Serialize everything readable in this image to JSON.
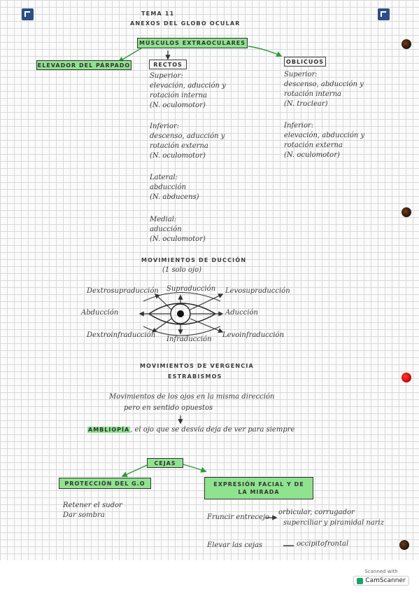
{
  "title": {
    "tema": "TEMA 11",
    "subtitle": "ANEXOS DEL GLOBO OCULAR"
  },
  "musculos": {
    "heading": "MÚSCULOS EXTRAOCULARES",
    "elevador": "ELEVADOR DEL PÁRPADO",
    "rectos": {
      "heading": "RECTOS",
      "superior": [
        "Superior:",
        "elevación, aducción y",
        "rotación interna",
        "(N. oculomotor)"
      ],
      "inferior": [
        "Inferior:",
        "descenso, aducción y",
        "rotación externa",
        "(N. oculomotor)"
      ],
      "lateral": [
        "Lateral:",
        "abducción",
        "(N. abducens)"
      ],
      "medial": [
        "Medial:",
        "aducción",
        "(N. oculomotor)"
      ]
    },
    "oblicuos": {
      "heading": "OBLICUOS",
      "superior": [
        "Superior:",
        "descenso, abducción y",
        "rotación interna",
        "(N. troclear)"
      ],
      "inferior": [
        "Inferior:",
        "elevación, abducción y",
        "rotación externa",
        "(N. oculomotor)"
      ]
    }
  },
  "duccion": {
    "heading": "MOVIMIENTOS DE DUCCIÓN",
    "sub": "(1 solo ojo)",
    "labels": {
      "dextrosupra": "Dextrosupraducción",
      "supra": "Supraducción",
      "levosupra": "Levosupraducción",
      "abduccion": "Abducción",
      "aduccion": "Aducción",
      "dextroinfra": "Dextroinfraducción",
      "infra": "Infraducción",
      "levoinfra": "Levoinfraducción"
    }
  },
  "vergencia": {
    "heading": "MOVIMIENTOS DE VERGENCIA",
    "sub": "ESTRABISMOS",
    "line1": "Movimientos de los ojos en la misma dirección",
    "line2": "pero en sentido opuestos",
    "ambliopia_label": "AMBLIOPÍA",
    "ambliopia_text": ", el ojo que se desvía deja de ver para siempre"
  },
  "cejas": {
    "heading": "CEJAS",
    "proteccion": "PROTECCIÓN DEL G.O",
    "proteccion_items": [
      "Retener el sudor",
      "Dar sombra"
    ],
    "expresion_line1": "EXPRESIÓN FACIAL Y DE",
    "expresion_line2": "LA MIRADA",
    "fruncir": "Fruncir entrecejo",
    "fruncir_result1": "orbicular, corrugador",
    "fruncir_result2": "superciliar y piramidal nariz",
    "elevar": "Elevar las cejas",
    "elevar_result": "occipitofrontal"
  },
  "watermark": {
    "line1": "Scanned with",
    "brand": "CamScanner"
  },
  "colors": {
    "green": "#8fe38f",
    "corner": "#2e4f86"
  }
}
